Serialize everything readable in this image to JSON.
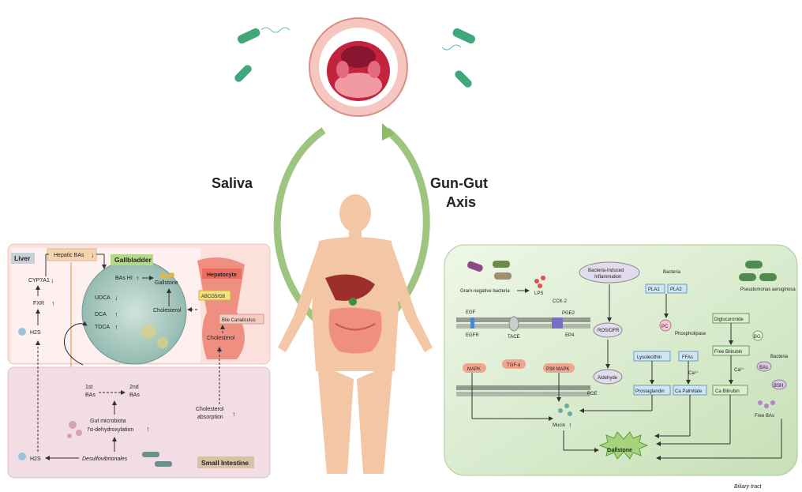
{
  "center": {
    "saliva": "Saliva",
    "axis_line1": "Gun-Gut",
    "axis_line2": "Axis"
  },
  "liver_panel": {
    "liver": "Liver",
    "hepatic_bas": "Hepatic BAs",
    "gallbladder": "Gallbladder",
    "bas_hi": "BAs HI",
    "gallstone": "Gallstone",
    "udca": "UDCA",
    "dca": "DCA",
    "tdca": "TDCA",
    "cholesterol": "Cholesterol",
    "hepatocyte": "Hepatocyte",
    "abcg": "ABCG5/G8",
    "bile_canaliculus": "Bile Canaliculus",
    "cholesterol2": "Cholesterol",
    "cyp7a1": "CYP7A1",
    "fxr": "FXR",
    "h2s": "H2S"
  },
  "intestine_panel": {
    "ba1": "1st",
    "ba1b": "BAs",
    "ba2": "2nd",
    "ba2b": "BAs",
    "microbiota1": "Gut microbiota",
    "microbiota2": "7α-dehydroxylation",
    "chol_abs1": "Cholesterol",
    "chol_abs2": "absorption",
    "desulfo": "Desulfovibrionales",
    "h2s": "H2S",
    "small_intestine": "Small Intestine"
  },
  "biliary_panel": {
    "gram_neg": "Gram-negative bacteria",
    "lps": "LPS",
    "egf": "EGF",
    "egfr": "EGFR",
    "tace": "TACE",
    "cck2": "CCK-2",
    "pge2": "PGE2",
    "ep4": "EP4",
    "mapk": "MAPK",
    "tgfa": "TGF-α",
    "p38": "P38 MAPK",
    "inflam1": "Bacteria-Induced",
    "inflam2": "Inflammation",
    "ros": "ROS/OFR",
    "aldehyde": "Aldehyde",
    "pge": "PGE",
    "mucin": "Mucin",
    "bacteria": "Bacteria",
    "pla1": "PLA1",
    "pla2": "PLA2",
    "pc": "PC",
    "phospholipase": "Phospholipase",
    "lysolecithin": "Lysolecithin",
    "ffas": "FFAs",
    "prostaglandin": "Prostaglandin",
    "ca2": "Ca²⁺",
    "ca_palmitate": "Ca Palmitate",
    "pseudo": "Pseudomonas aeruginosa",
    "diglucuronide": "Diglucuronide",
    "bg": "BG",
    "free_bilirubin": "Free Bilirubin",
    "ca2b": "Ca²⁺",
    "ca_bilirubin": "Ca Bilirubin",
    "bacteria2": "Bacteria",
    "bas": "BAs",
    "bsh": "BSH",
    "free_bas": "Free BAs",
    "gallstone": "Gallstone",
    "biliary_tract": "Biliary tract"
  },
  "colors": {
    "arrow_green": "#8dbb6a",
    "liver_bg": "#fbe0dc",
    "intestine_bg": "#f1dde3",
    "biliary_bg": "#d7eacb",
    "box_blue": "#cfe4f5",
    "box_green": "#d9efcf",
    "pill_pink": "#f0a58f"
  }
}
